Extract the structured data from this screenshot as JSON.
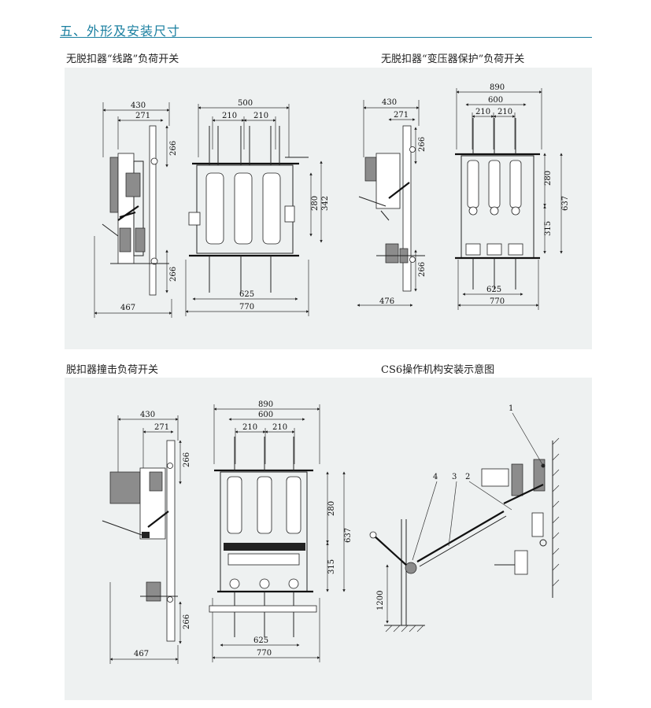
{
  "page": {
    "title": "五、外形及安装尺寸"
  },
  "panels": {
    "line_switch": {
      "label": "无脱扣器“线路”负荷开关",
      "side_dims": [
        "430",
        "271",
        "266",
        "266",
        "467"
      ],
      "front_dims": [
        "500",
        "210",
        "210",
        "280",
        "342",
        "625",
        "770"
      ]
    },
    "transformer_switch": {
      "label": "无脱扣器“变压器保护”负荷开关",
      "side_dims": [
        "430",
        "271",
        "266",
        "266",
        "476"
      ],
      "front_dims": [
        "890",
        "600",
        "210",
        "210",
        "280",
        "637",
        "315",
        "625",
        "770"
      ]
    },
    "striker_switch": {
      "label": "脱扣器撞击负荷开关",
      "side_dims": [
        "430",
        "271",
        "266",
        "266",
        "467"
      ],
      "front_dims": [
        "890",
        "600",
        "210",
        "210",
        "280",
        "637",
        "315",
        "625",
        "770"
      ]
    },
    "cs6_mechanism": {
      "label": "CS6操作机构安装示意图",
      "callouts": [
        "1",
        "2",
        "3",
        "4"
      ],
      "height_dim": "1200"
    }
  }
}
